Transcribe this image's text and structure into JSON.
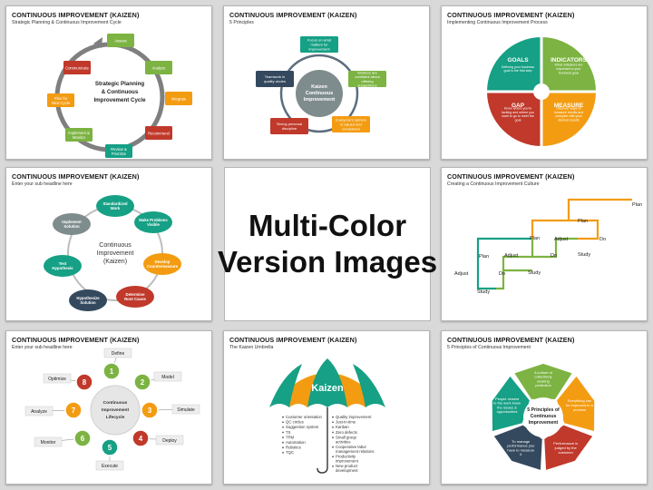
{
  "center": {
    "line1": "Multi-Color",
    "line2": "Version Images"
  },
  "colors": {
    "green": "#7cb342",
    "orange": "#f39c12",
    "red": "#c0392b",
    "teal": "#16a085",
    "navy": "#34495e",
    "gray": "#7f8c8d"
  },
  "slides": [
    {
      "title": "CONTINUOUS IMPROVEMENT (KAIZEN)",
      "subtitle": "Strategic Planning & Continuous Improvement Cycle",
      "center": [
        "Strategic Planning",
        "& Continuous",
        "Improvement Cycle"
      ],
      "nodes": [
        "Assess",
        "Analyze",
        "Integrate",
        "Recommend",
        "Review & Prioritize",
        "Implement & Monitor",
        "Plan for Next Cycle",
        "Communicate"
      ]
    },
    {
      "title": "CONTINUOUS IMPROVEMENT (KAIZEN)",
      "subtitle": "5 Principles",
      "center": [
        "Kaizen",
        "Continuous",
        "Improvement"
      ],
      "nodes": [
        "Focus on what matters for improvement",
        "Workers are confident about offering suggestions",
        "Everyone's opinion is valued and considered",
        "Strong personal discipline",
        "Teamwork in quality circles"
      ]
    },
    {
      "title": "CONTINUOUS IMPROVEMENT (KAIZEN)",
      "subtitle": "Implementing Continuous Improvement Process",
      "quadrants": [
        {
          "label": "GOALS",
          "text": "Defining your business goal is the first step"
        },
        {
          "label": "INDICATORS",
          "text": "What indicators are important to your business goal"
        },
        {
          "label": "GAP",
          "text": "Know where you're lacking and where you want to go to meet the goal"
        },
        {
          "label": "MEASURE",
          "text": "Discover ways to measure results and compare with your desired results"
        }
      ]
    },
    {
      "title": "CONTINUOUS IMPROVEMENT (KAIZEN)",
      "subtitle": "Enter your sub headline here",
      "center": [
        "Continuous",
        "Improvement",
        "(Kaizen)"
      ],
      "nodes": [
        "Standardized Work",
        "Make Problems Visible",
        "Develop Countermeasure",
        "Determine Root Cause",
        "Hypothesize Solution",
        "Test Hypothesis",
        "Implement Solution"
      ]
    },
    {
      "title": "CONTINUOUS IMPROVEMENT (KAIZEN)",
      "subtitle": "Creating a Continuous Improvement Culture",
      "labels": {
        "plan": "Plan",
        "do": "Do",
        "study": "Study",
        "adjust": "Adjust"
      }
    },
    {
      "title": "CONTINUOUS IMPROVEMENT (KAIZEN)",
      "subtitle": "Enter your sub headline here",
      "center": [
        "Continuous",
        "Improvement",
        "Lifecycle"
      ],
      "nodes": [
        {
          "n": "1",
          "label": "Define"
        },
        {
          "n": "2",
          "label": "Model"
        },
        {
          "n": "3",
          "label": "Simulate"
        },
        {
          "n": "4",
          "label": "Deploy"
        },
        {
          "n": "5",
          "label": "Execute"
        },
        {
          "n": "6",
          "label": "Monitor"
        },
        {
          "n": "7",
          "label": "Analyze"
        },
        {
          "n": "8",
          "label": "Optimize"
        }
      ]
    },
    {
      "title": "CONTINUOUS IMPROVEMENT (KAIZEN)",
      "subtitle": "The Kaizen Umbrella",
      "umbrella": "Kaizen",
      "left_list": [
        "Customer orientation",
        "QC circles",
        "Suggestion system",
        "TS",
        "TPM",
        "Automation",
        "Robotics",
        "TQC"
      ],
      "right_list": [
        "Quality improvement",
        "Just-in-time",
        "Kanban",
        "Zero defects",
        "Small group activities",
        "Cooperative labor management relations",
        "Productivity improvement",
        "New product development"
      ]
    },
    {
      "title": "CONTINUOUS IMPROVEMENT (KAIZEN)",
      "subtitle": "5 Principles of Continuous Improvement",
      "center": [
        "5 Principles of",
        "Continuous",
        "Improvement"
      ],
      "segments": [
        "A culture of collectively seeking perfection",
        "Everything can be improved to a process",
        "Performance is judged by the customer",
        "To manage performance you have to measure it",
        "People closest to the work know the issues & opportunities"
      ]
    }
  ]
}
